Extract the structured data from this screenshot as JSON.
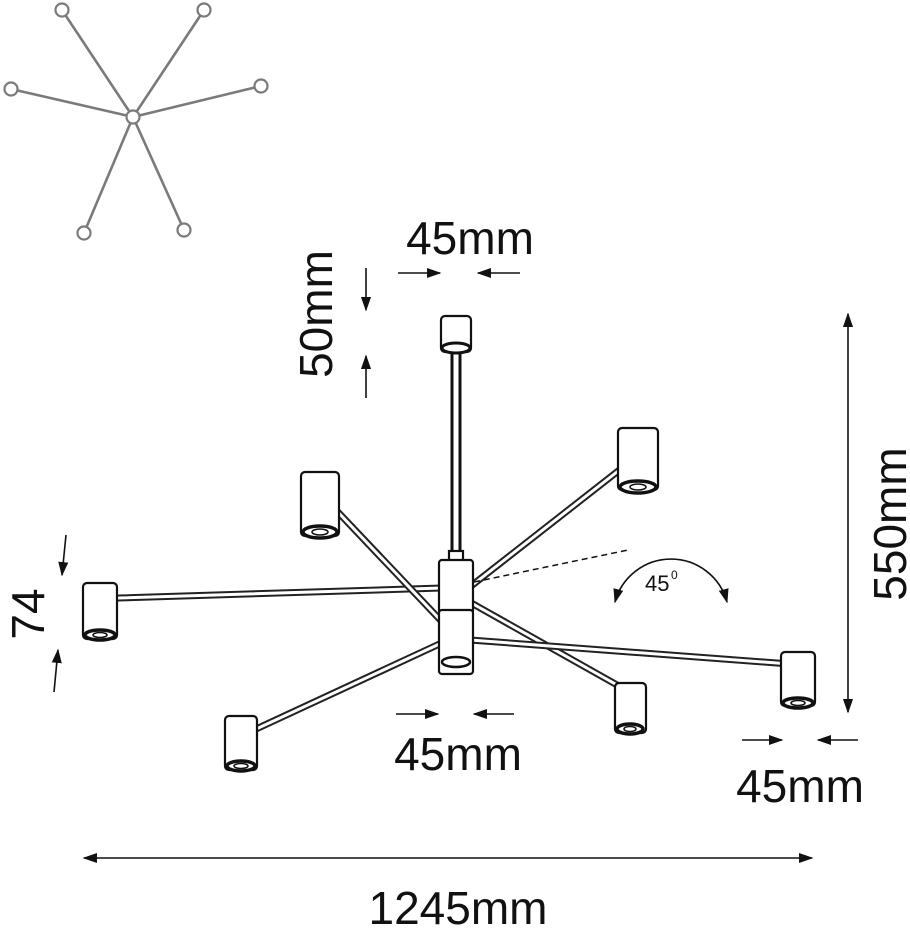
{
  "dimensions": {
    "top_spot_width": "45mm",
    "top_spot_height": "50mm",
    "side_spot_height": "74",
    "center_body_width": "45mm",
    "right_spot_width": "45mm",
    "total_height": "550mm",
    "total_width": "1245mm"
  },
  "rotation_angle": {
    "value": "45",
    "unit_mark": "0"
  },
  "top_view": {
    "arm_count": 6
  },
  "colors": {
    "line": "#111111",
    "top_view": "#7a7a7a"
  }
}
